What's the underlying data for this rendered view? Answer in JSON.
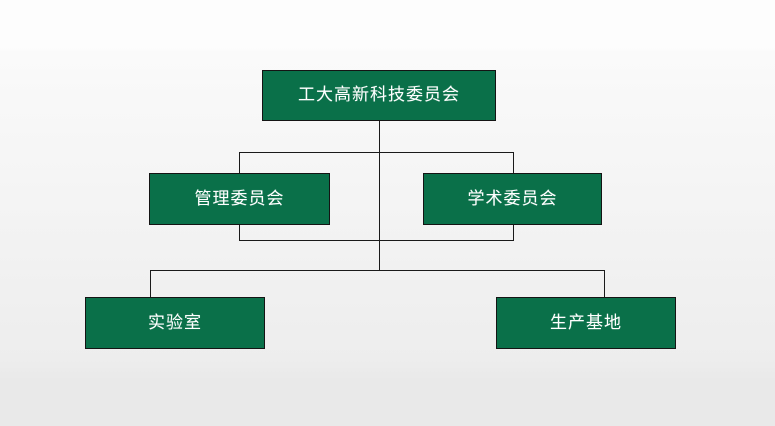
{
  "diagram": {
    "type": "organization-chart",
    "title": "",
    "background_color": "#f2f2f2",
    "node_fill_color": "#0a7049",
    "node_border_color": "#141414",
    "node_text_color": "#ffffff",
    "connector_color": "#1a1a1a",
    "levels": [
      {
        "level": 1,
        "nodes": [
          {
            "id": "root",
            "label": "工大高新科技委员会"
          }
        ]
      },
      {
        "level": 2,
        "nodes": [
          {
            "id": "management",
            "label": "管理委员会"
          },
          {
            "id": "academic",
            "label": "学术委员会"
          }
        ]
      },
      {
        "level": 3,
        "nodes": [
          {
            "id": "laboratory",
            "label": "实验室"
          },
          {
            "id": "production-base",
            "label": "生产基地"
          }
        ]
      }
    ],
    "edges": [
      {
        "from": "root",
        "to": "management"
      },
      {
        "from": "root",
        "to": "academic"
      },
      {
        "from": "management",
        "to": "laboratory"
      },
      {
        "from": "academic",
        "to": "laboratory"
      },
      {
        "from": "management",
        "to": "production-base"
      },
      {
        "from": "academic",
        "to": "production-base"
      }
    ]
  }
}
